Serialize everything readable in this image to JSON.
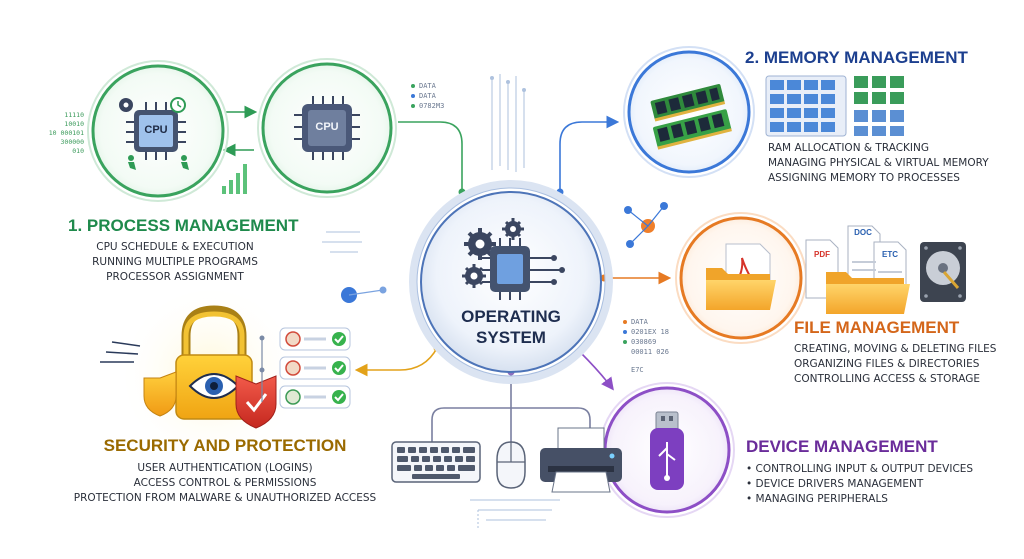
{
  "center": {
    "title_line1": "OPERATING",
    "title_line2": "SYSTEM"
  },
  "process": {
    "heading": "1. PROCESS MANAGEMENT",
    "lines": [
      "CPU SCHEDULE & EXECUTION",
      "RUNNING MULTIPLE PROGRAMS",
      "PROCESSOR ASSIGNMENT"
    ],
    "chip_left": "CPU",
    "chip_right": "CPU",
    "binary": [
      "11110",
      "10010",
      "10 000101",
      "300000",
      "010"
    ]
  },
  "memory": {
    "heading": "2. MEMORY MANAGEMENT",
    "lines": [
      "RAM ALLOCATION & TRACKING",
      "MANAGING PHYSICAL & VIRTUAL MEMORY",
      "ASSIGNING MEMORY TO PROCESSES"
    ]
  },
  "file": {
    "heading": "FILE MANAGEMENT",
    "lines": [
      "CREATING, MOVING & DELETING FILES",
      "ORGANIZING FILES & DIRECTORIES",
      "CONTROLLING ACCESS & STORAGE"
    ],
    "docs": [
      "PDF",
      "DOC",
      "ETC"
    ]
  },
  "security": {
    "heading": "SECURITY AND PROTECTION",
    "lines": [
      "USER AUTHENTICATION (LOGINS)",
      "ACCESS CONTROL & PERMISSIONS",
      "PROTECTION FROM MALWARE & UNAUTHORIZED ACCESS"
    ]
  },
  "device": {
    "heading": "DEVICE MANAGEMENT",
    "lines": [
      "• CONTROLLING INPUT & OUTPUT DEVICES",
      "• DEVICE DRIVERS MANAGEMENT",
      "• MANAGING PERIPHERALS"
    ]
  },
  "data_top": [
    "DATA",
    "DATA",
    "0782M3"
  ],
  "data_right": [
    "DATA",
    "0201EX 18",
    "030869",
    "00011 026",
    "E7C"
  ],
  "colors": {
    "process": "#1f8a4c",
    "memory": "#1c3f8f",
    "file": "#d4661a",
    "security": "#9a6a00",
    "device": "#6a2c9a",
    "center": "#1e2d4f"
  },
  "icons": [
    "gear-icon",
    "cpu-icon",
    "clock-icon",
    "runner-icon",
    "bar-chart-icon",
    "ram-icon",
    "memory-grid-icon",
    "folder-icon",
    "pdf-icon",
    "hard-drive-icon",
    "padlock-icon",
    "eye-icon",
    "shield-icon",
    "checkmark-icon",
    "user-icon",
    "keyboard-icon",
    "mouse-icon",
    "printer-icon",
    "usb-drive-icon",
    "node-icon"
  ]
}
